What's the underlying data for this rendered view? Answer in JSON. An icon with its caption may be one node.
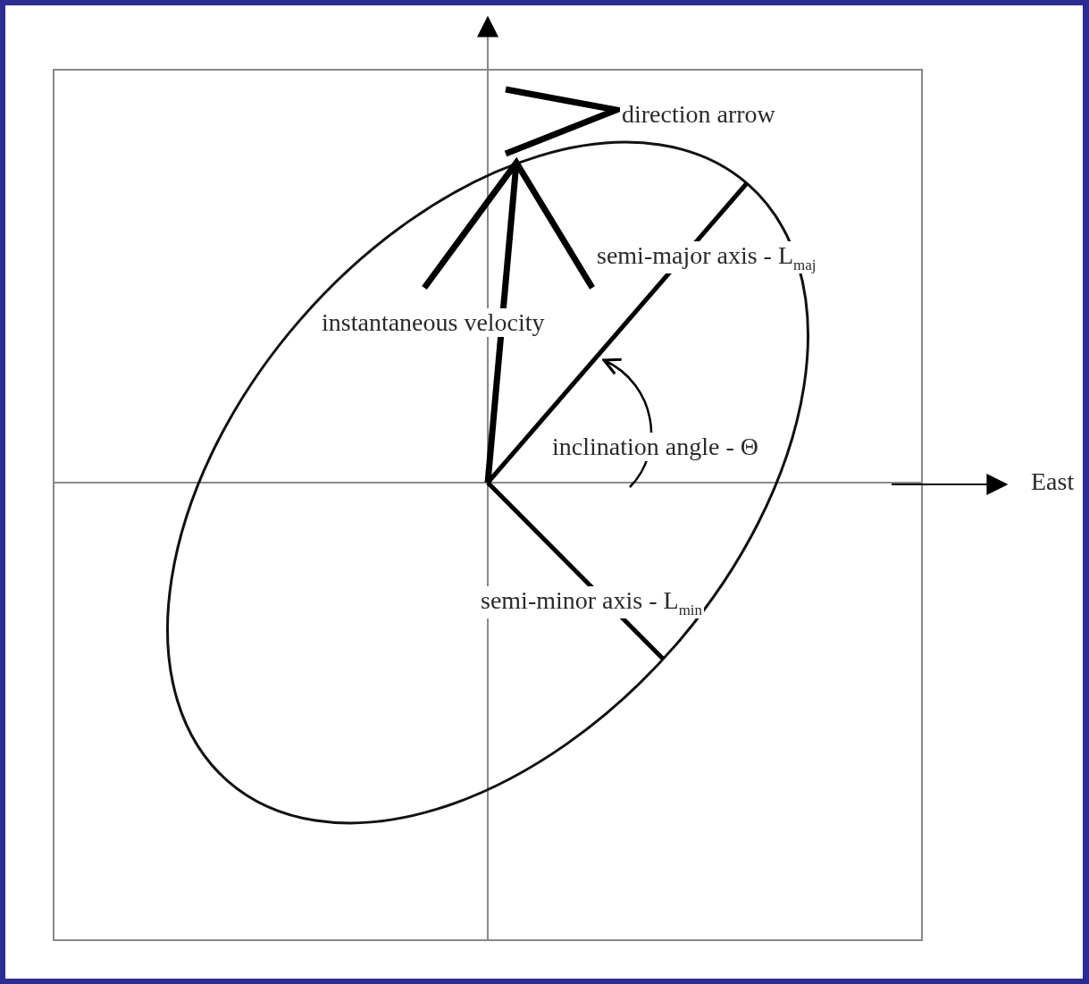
{
  "diagram": {
    "labels": [
      "direction arrow",
      "semi-major axis - L$_{maj}$",
      "instantaneous velocity",
      "inclination angle - Θ",
      "East",
      "semi-minor axis - L$_{min}$"
    ]
  }
}
